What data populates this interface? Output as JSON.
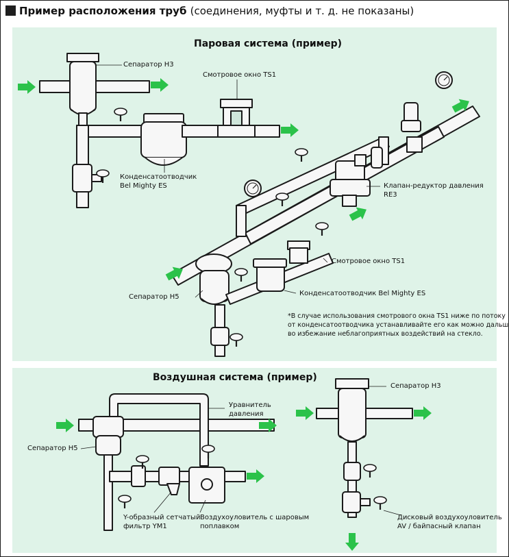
{
  "header": {
    "title": "Пример расположения труб",
    "subtitle": "(соединения, муфты и т. д. не показаны)"
  },
  "steam": {
    "title": "Паровая система (пример)",
    "labels": {
      "sep_h3": "Сепаратор H3",
      "sight_ts1_top": "Смотровое окно TS1",
      "trap_es_1": "Конденсатоотводчик",
      "trap_es_2": "Bel Mighty ES",
      "reducer_1": "Клапан-редуктор давления",
      "reducer_2": "RE3",
      "sight_ts1_mid": "Смотровое окно TS1",
      "sep_h5": "Сепаратор H5",
      "trap_es_full": "Конденсатоотводчик Bel Mighty ES"
    },
    "note": [
      "*В случае использования смотрового окна TS1 ниже по потоку",
      "от конденсатоотводчика устанавливайте его как можно дальше",
      "во избежание неблагоприятных воздействий на стекло."
    ]
  },
  "air": {
    "title": "Воздушная система (пример)",
    "labels": {
      "equalizer_1": "Уравнитель",
      "equalizer_2": "давления",
      "sep_h5": "Сепаратор H5",
      "strainer_1": "Y-образный сетчатый",
      "strainer_2": "фильтр YM1",
      "drain_1": "Воздухоуловитель с шаровым",
      "drain_2": "поплавком",
      "sep_h3": "Сепаратор H3",
      "av_1": "Дисковый воздухоуловитель",
      "av_2": "AV / байпасный клапан"
    }
  },
  "colors": {
    "background": "#dff3e8",
    "arrow": "#2bc24a",
    "pipe_fill": "#f7f7f7",
    "outline": "#1a1a1a"
  }
}
